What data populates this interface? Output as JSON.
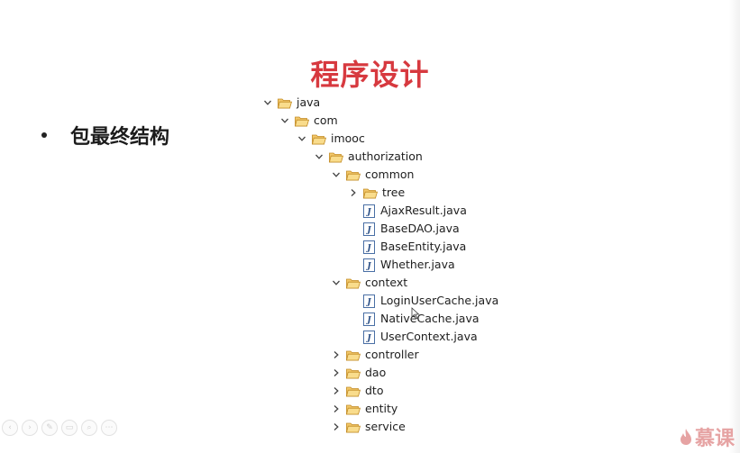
{
  "slide": {
    "title": "程序设计",
    "bullet": "包最终结构"
  },
  "colors": {
    "title": "#d7393f",
    "folder": "#e8b34a",
    "java_file_border": "#4a6fa5",
    "brand": "#e6a3a3"
  },
  "tree": [
    {
      "label": "java",
      "icon": "folder-open-icon",
      "chevron": "expanded",
      "depth": 0
    },
    {
      "label": "com",
      "icon": "folder-open-icon",
      "chevron": "expanded",
      "depth": 1
    },
    {
      "label": "imooc",
      "icon": "folder-open-icon",
      "chevron": "expanded",
      "depth": 2
    },
    {
      "label": "authorization",
      "icon": "folder-open-icon",
      "chevron": "expanded",
      "depth": 3
    },
    {
      "label": "common",
      "icon": "folder-open-icon",
      "chevron": "expanded",
      "depth": 4
    },
    {
      "label": "tree",
      "icon": "folder-open-icon",
      "chevron": "collapsed",
      "depth": 5
    },
    {
      "label": "AjaxResult.java",
      "icon": "java-file-icon",
      "chevron": "none",
      "depth": 5
    },
    {
      "label": "BaseDAO.java",
      "icon": "java-file-icon",
      "chevron": "none",
      "depth": 5
    },
    {
      "label": "BaseEntity.java",
      "icon": "java-file-icon",
      "chevron": "none",
      "depth": 5
    },
    {
      "label": "Whether.java",
      "icon": "java-file-icon",
      "chevron": "none",
      "depth": 5
    },
    {
      "label": "context",
      "icon": "folder-open-icon",
      "chevron": "expanded",
      "depth": 4
    },
    {
      "label": "LoginUserCache.java",
      "icon": "java-file-icon",
      "chevron": "none",
      "depth": 5
    },
    {
      "label": "NativeCache.java",
      "icon": "java-file-icon",
      "chevron": "none",
      "depth": 5
    },
    {
      "label": "UserContext.java",
      "icon": "java-file-icon",
      "chevron": "none",
      "depth": 5
    },
    {
      "label": "controller",
      "icon": "folder-open-icon",
      "chevron": "collapsed",
      "depth": 4
    },
    {
      "label": "dao",
      "icon": "folder-open-icon",
      "chevron": "collapsed",
      "depth": 4
    },
    {
      "label": "dto",
      "icon": "folder-open-icon",
      "chevron": "collapsed",
      "depth": 4
    },
    {
      "label": "entity",
      "icon": "folder-open-icon",
      "chevron": "collapsed",
      "depth": 4
    },
    {
      "label": "service",
      "icon": "folder-open-icon",
      "chevron": "collapsed",
      "depth": 4
    }
  ],
  "toolbar": {
    "icons": [
      "previous-icon",
      "next-icon",
      "edit-icon",
      "screen-icon",
      "zoom-icon",
      "more-icon"
    ]
  },
  "brand": {
    "text": "慕课",
    "icon": "flame-icon"
  }
}
